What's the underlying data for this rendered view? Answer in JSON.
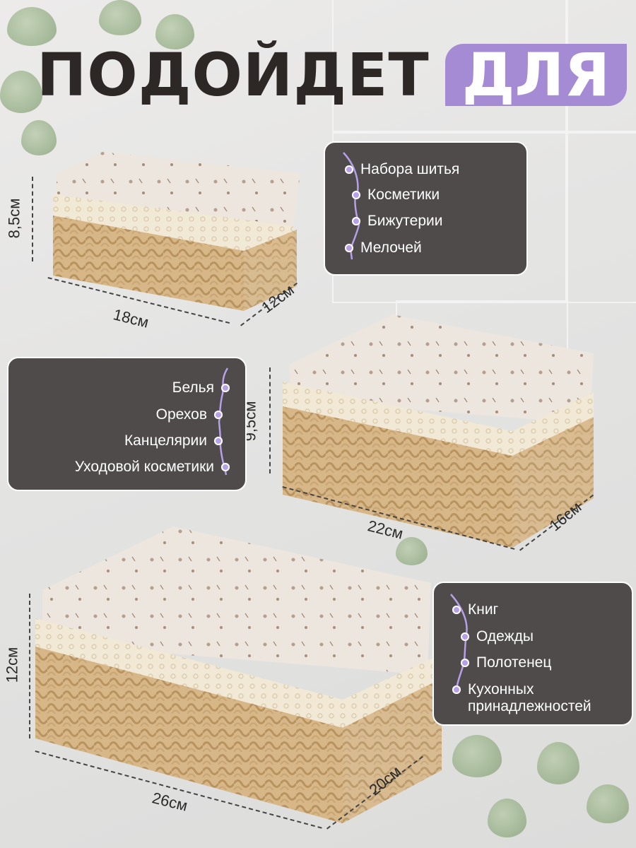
{
  "heading": {
    "word": "ПОДОЙДЕТ",
    "highlight": "ДЛЯ"
  },
  "accent_color": "#a48bd4",
  "card_color": "#4e4b4a",
  "baskets": [
    {
      "name": "small",
      "height_label": "8,5см",
      "width_label": "18см",
      "depth_label": "12см",
      "uses": [
        "Набора шитья",
        "Косметики",
        "Бижутерии",
        "Мелочей"
      ]
    },
    {
      "name": "medium",
      "height_label": "9,5см",
      "width_label": "22см",
      "depth_label": "16см",
      "uses": [
        "Белья",
        "Орехов",
        "Канцелярии",
        "Уходовой косметики"
      ]
    },
    {
      "name": "large",
      "height_label": "12см",
      "width_label": "26см",
      "depth_label": "20см",
      "uses": [
        "Книг",
        "Одежды",
        "Полотенец",
        "Кухонных принадлежностей"
      ]
    }
  ]
}
